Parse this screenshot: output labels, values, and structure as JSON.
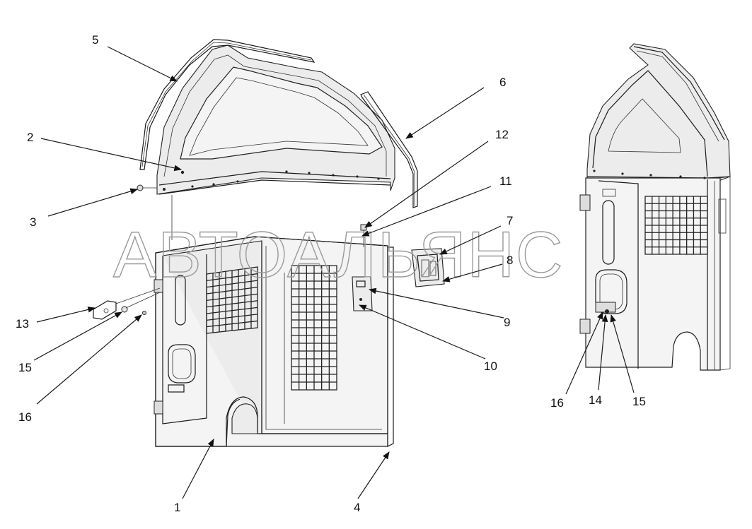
{
  "watermark": "АВТОАЛЬЯНС",
  "callouts": [
    {
      "id": "1",
      "label": "1"
    },
    {
      "id": "2",
      "label": "2"
    },
    {
      "id": "3",
      "label": "3"
    },
    {
      "id": "4",
      "label": "4"
    },
    {
      "id": "5",
      "label": "5"
    },
    {
      "id": "6",
      "label": "6"
    },
    {
      "id": "7",
      "label": "7"
    },
    {
      "id": "8",
      "label": "8"
    },
    {
      "id": "9",
      "label": "9"
    },
    {
      "id": "10",
      "label": "10"
    },
    {
      "id": "11",
      "label": "11"
    },
    {
      "id": "12",
      "label": "12"
    },
    {
      "id": "13",
      "label": "13"
    },
    {
      "id": "15a",
      "label": "15"
    },
    {
      "id": "16a",
      "label": "16"
    },
    {
      "id": "16b",
      "label": "16"
    },
    {
      "id": "14",
      "label": "14"
    },
    {
      "id": "15b",
      "label": "15"
    }
  ]
}
